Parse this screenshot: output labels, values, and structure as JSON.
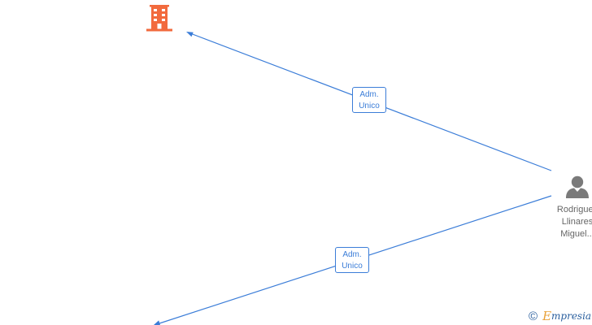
{
  "colors": {
    "edge": "#3b7dd8",
    "company_node": "#f26a3d",
    "person_node": "#7a7a7a",
    "label_text": "#666666",
    "brand_blue": "#2a5f9e",
    "brand_orange": "#e8a23a"
  },
  "nodes": {
    "company_top": {
      "type": "company",
      "icon": "building-icon"
    },
    "person": {
      "type": "person",
      "icon": "person-icon",
      "name_lines": [
        "Rodriguez",
        "Llinares",
        "Miguel..."
      ]
    }
  },
  "edges": [
    {
      "from": "person",
      "to": "company_top",
      "label_lines": [
        "Adm.",
        "Unico"
      ]
    },
    {
      "from": "person",
      "to": "company_bottom",
      "label_lines": [
        "Adm.",
        "Unico"
      ]
    }
  ],
  "watermark": {
    "copyright_symbol": "©",
    "brand_initial": "E",
    "brand_rest": "mpresia"
  }
}
